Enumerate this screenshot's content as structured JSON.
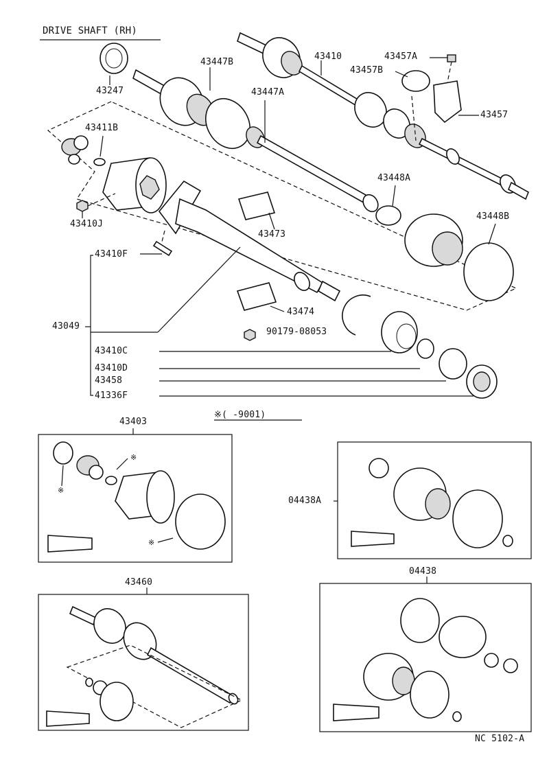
{
  "title": "DRIVE SHAFT (RH)",
  "footer_code": "NC 5102-A",
  "date_note": "※(    -9001)",
  "callouts": {
    "p43410": "43410",
    "p43457A": "43457A",
    "p43457B": "43457B",
    "p43457": "43457",
    "p43447B": "43447B",
    "p43447A": "43447A",
    "p43247": "43247",
    "p43411B": "43411B",
    "p43448A": "43448A",
    "p43448B": "43448B",
    "p43410J": "43410J",
    "p43473": "43473",
    "p43410F": "43410F",
    "p43049": "43049",
    "p43474": "43474",
    "p90179": "90179-08053",
    "p43410C": "43410C",
    "p43410D": "43410D",
    "p43458": "43458",
    "p41336F": "41336F",
    "p43403": "43403",
    "p04438A": "04438A",
    "p04438": "04438",
    "p43460": "43460"
  },
  "marks": {
    "star": "※"
  }
}
